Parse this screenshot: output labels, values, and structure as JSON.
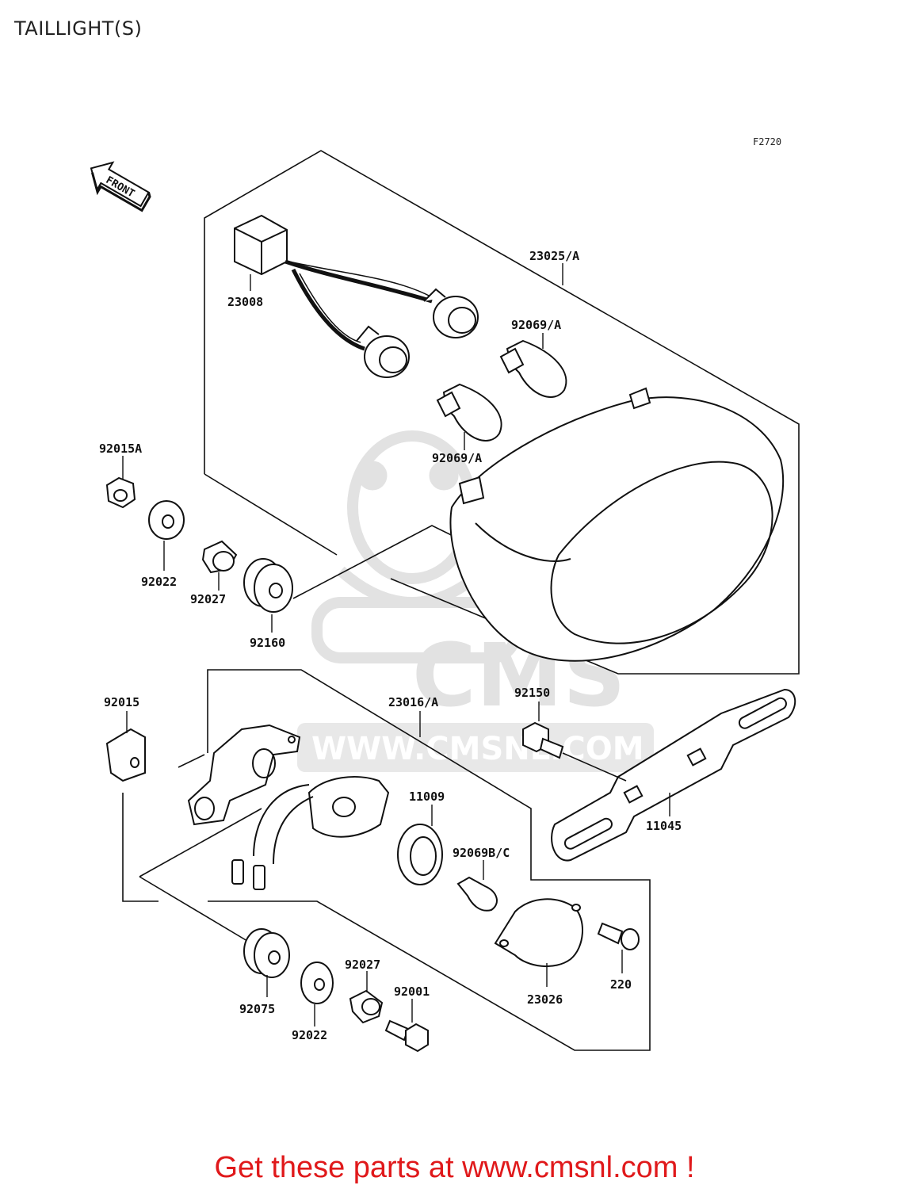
{
  "page": {
    "title": "TAILLIGHT(S)"
  },
  "figure": {
    "code": "F2720",
    "front_label": "FRONT",
    "watermark": {
      "main": "CMS",
      "url": "WWW.CMSNL.COM"
    },
    "parts": [
      {
        "number": "23025/A"
      },
      {
        "number": "23008"
      },
      {
        "number": "92069/A"
      },
      {
        "number": "92069/A"
      },
      {
        "number": "92015A"
      },
      {
        "number": "92022"
      },
      {
        "number": "92027"
      },
      {
        "number": "92160"
      },
      {
        "number": "92015"
      },
      {
        "number": "23016/A"
      },
      {
        "number": "92150"
      },
      {
        "number": "11009"
      },
      {
        "number": "11045"
      },
      {
        "number": "92069B/C"
      },
      {
        "number": "220"
      },
      {
        "number": "23026"
      },
      {
        "number": "92075"
      },
      {
        "number": "92022"
      },
      {
        "number": "92027"
      },
      {
        "number": "92001"
      }
    ]
  },
  "footer": {
    "promo_text": "Get these parts at www.cmsnl.com !"
  }
}
